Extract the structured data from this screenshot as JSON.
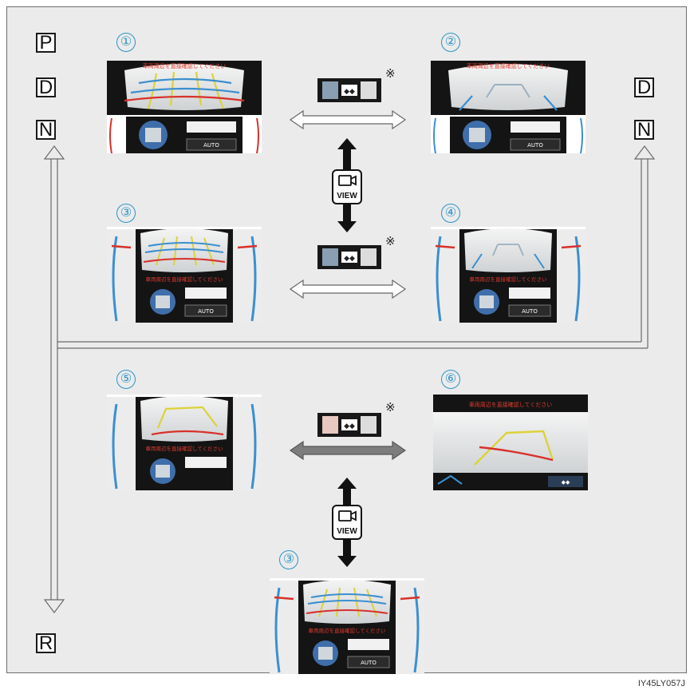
{
  "gears": {
    "left": [
      "P",
      "D",
      "N"
    ],
    "right": [
      "D",
      "N"
    ],
    "bottom": "R"
  },
  "steps": [
    "①",
    "②",
    "③",
    "④",
    "⑤",
    "⑥",
    "③"
  ],
  "warning_text": "車両周辺を直接確認してください",
  "auto_label": "AUTO",
  "view_button_label": "VIEW",
  "note_mark": "※",
  "figure_code": "IY45LY057J",
  "colors": {
    "guide_red": "#d8312a",
    "guide_yellow": "#dcd23a",
    "guide_blue": "#3b8fd0",
    "screen_dark": "#141414",
    "accent": "#2c93c6",
    "arrow_gray": "#8a8a8a"
  }
}
